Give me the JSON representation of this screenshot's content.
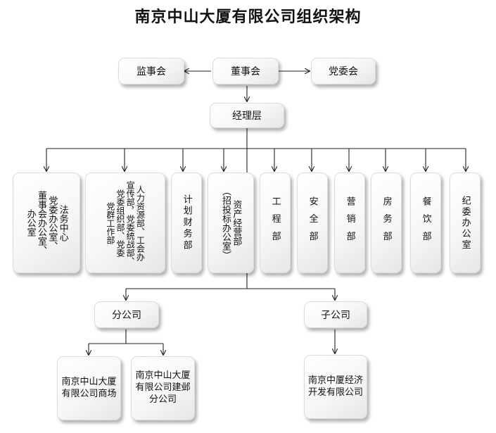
{
  "title": "南京中山大厦有限公司组织架构",
  "top": {
    "supervisory": "监事会",
    "board": "董事会",
    "party": "党委会",
    "management": "经理层"
  },
  "departments": [
    {
      "lines": [
        "法务中心",
        "党委办公室、",
        "董事会办公室、",
        "办公室"
      ]
    },
    {
      "lines": [
        "人力资源部、工会办",
        "宣传部，党委统战部、",
        "党委组织部、党委",
        "党群工作部"
      ]
    },
    {
      "lines": [
        "计划财务部"
      ]
    },
    {
      "lines": [
        "资产经营部",
        "（招投标办公室）"
      ]
    },
    {
      "lines": [
        "工程部"
      ]
    },
    {
      "lines": [
        "安全部"
      ]
    },
    {
      "lines": [
        "营销部"
      ]
    },
    {
      "lines": [
        "房务部"
      ]
    },
    {
      "lines": [
        "餐饮部"
      ]
    },
    {
      "lines": [
        "纪委办公室"
      ]
    }
  ],
  "branch": {
    "label": "分公司",
    "children": [
      {
        "name": "南京中山大厦有限公司商场"
      },
      {
        "name": "南京中山大厦有限公司建邺分公司"
      }
    ]
  },
  "subsidiary": {
    "label": "子公司",
    "children": [
      {
        "name": "南京中厦经济开发有限公司"
      }
    ]
  }
}
